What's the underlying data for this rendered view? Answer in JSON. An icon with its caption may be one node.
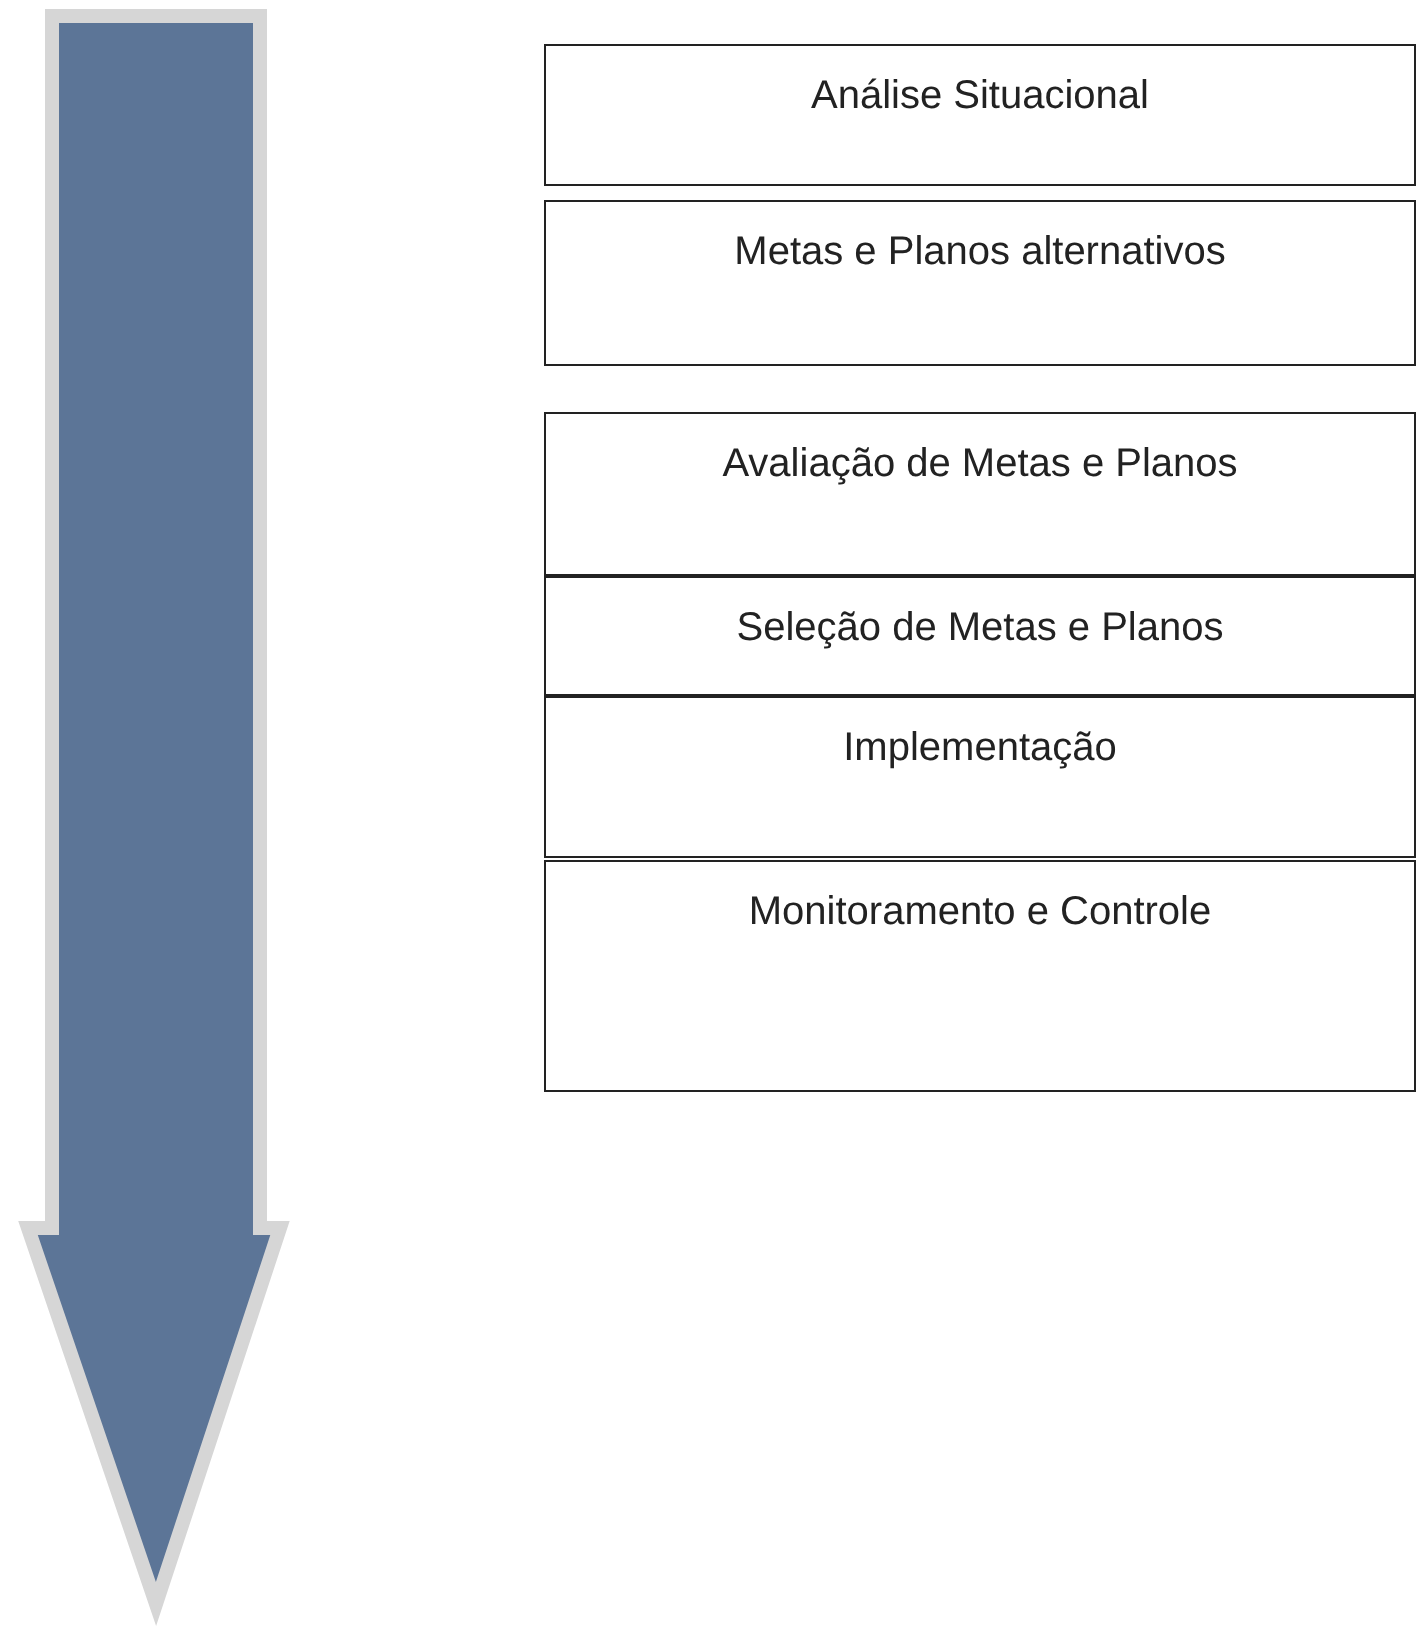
{
  "diagram": {
    "nodes": [
      {
        "text": [
          "Análise Situacional"
        ]
      },
      {
        "text": [
          "Metas e Planos alternativos"
        ]
      },
      {
        "text": [
          "Avaliação de Metas e Planos"
        ]
      },
      {
        "text": [
          "Seleção de Metas e Planos"
        ]
      },
      {
        "text": [
          "Implementação"
        ]
      },
      {
        "text": [
          "Monitoramento e Controle"
        ]
      }
    ]
  }
}
